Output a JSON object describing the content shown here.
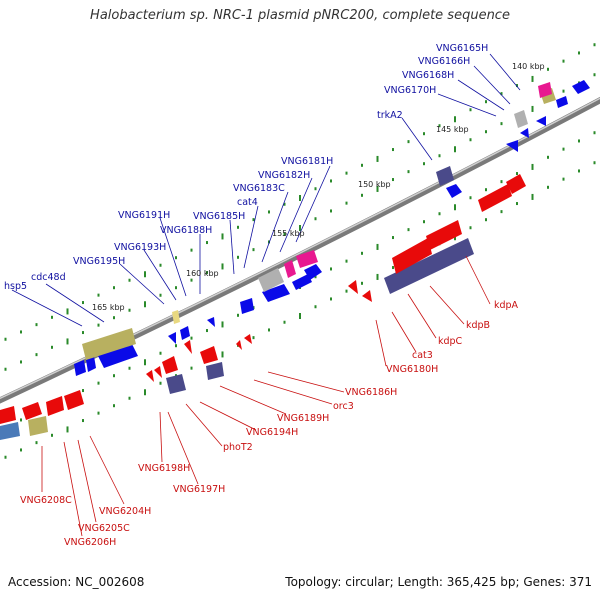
{
  "title": "Halobacterium sp. NRC-1 plasmid pNRC200, complete sequence",
  "footer": {
    "accession": "Accession: NC_002608",
    "summary": "Topology: circular; Length: 365,425 bp; Genes: 371"
  },
  "colors": {
    "backbone": "#8a8a8a",
    "forward_gene": "#0a0ae8",
    "reverse_gene": "#e80a0a",
    "label_forward": "#1010a0",
    "label_reverse": "#c81010",
    "tick": "#2a8a2a",
    "navy_box": "#4a4a8a",
    "olive_box": "#b8b060",
    "pink_box": "#e81890",
    "gray_box": "#b0b0b0"
  },
  "scale_labels": [
    "140 kbp",
    "145 kbp",
    "150 kbp",
    "155 kbp",
    "160 kbp",
    "165 kbp"
  ],
  "genes_forward": [
    "VNG6165H",
    "VNG6166H",
    "VNG6168H",
    "VNG6170H",
    "trkA2",
    "VNG6181H",
    "VNG6182H",
    "VNG6183C",
    "cat4",
    "VNG6185H",
    "VNG6188H",
    "VNG6191H",
    "VNG6193H",
    "VNG6195H",
    "cdc48d",
    "hsp5"
  ],
  "genes_reverse": [
    "kdpA",
    "kdpB",
    "kdpC",
    "cat3",
    "VNG6180H",
    "VNG6186H",
    "orc3",
    "VNG6189H",
    "VNG6194H",
    "phoT2",
    "VNG6197H",
    "VNG6198H",
    "VNG6204H",
    "VNG6205C",
    "VNG6206H",
    "VNG6208C"
  ]
}
